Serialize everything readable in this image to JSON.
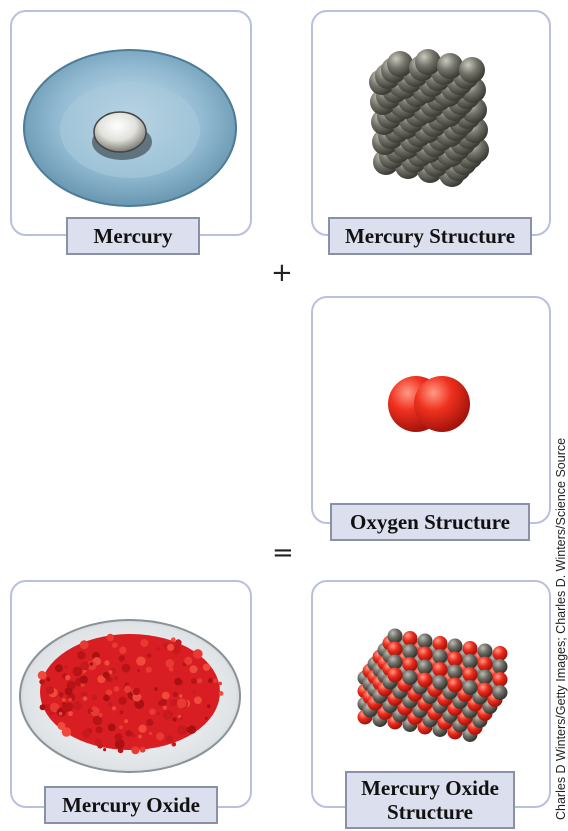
{
  "panels": {
    "mercury": {
      "caption": "Mercury"
    },
    "mercury_structure": {
      "caption": "Mercury Structure"
    },
    "oxygen_structure": {
      "caption": "Oxygen Structure"
    },
    "mercury_oxide": {
      "caption": "Mercury Oxide"
    },
    "mercury_oxide_structure": {
      "caption_line1": "Mercury Oxide",
      "caption_line2": "Structure"
    }
  },
  "operators": {
    "plus": "+",
    "equals": "="
  },
  "credit": "Charles D Winters/Getty Images; Charles D. Winters/Science Source",
  "colors": {
    "panel_border": "#b8c0e0",
    "caption_fill": "#dcdfee",
    "caption_border": "#8a90a8",
    "mercury_atom": "#6e6e66",
    "oxygen_atom": "#e8271c",
    "mercury_oxide_powder": "#d81e22"
  }
}
